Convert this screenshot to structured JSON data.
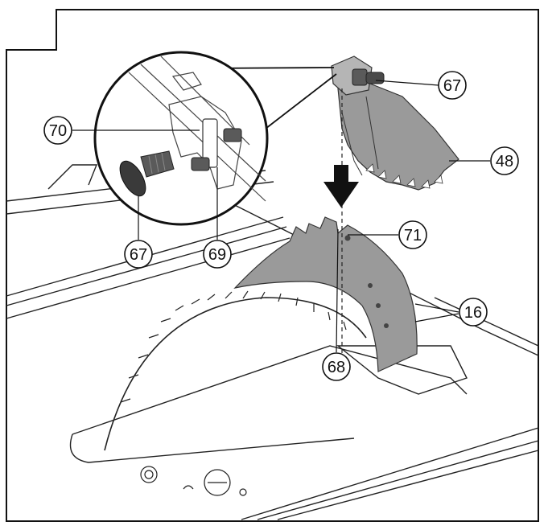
{
  "callouts": [
    {
      "id": "c-67-top",
      "label": "67"
    },
    {
      "id": "c-48",
      "label": "48"
    },
    {
      "id": "c-70",
      "label": "70"
    },
    {
      "id": "c-71",
      "label": "71"
    },
    {
      "id": "c-16",
      "label": "16"
    },
    {
      "id": "c-67-bottom",
      "label": "67"
    },
    {
      "id": "c-69",
      "label": "69"
    },
    {
      "id": "c-68",
      "label": "68"
    }
  ],
  "colors": {
    "line": "#111111",
    "part_gray": "#9a9a9a",
    "part_dark": "#5a5a5a",
    "background": "#ffffff"
  },
  "icons": [
    "down-arrow-icon",
    "zoom-circle"
  ]
}
